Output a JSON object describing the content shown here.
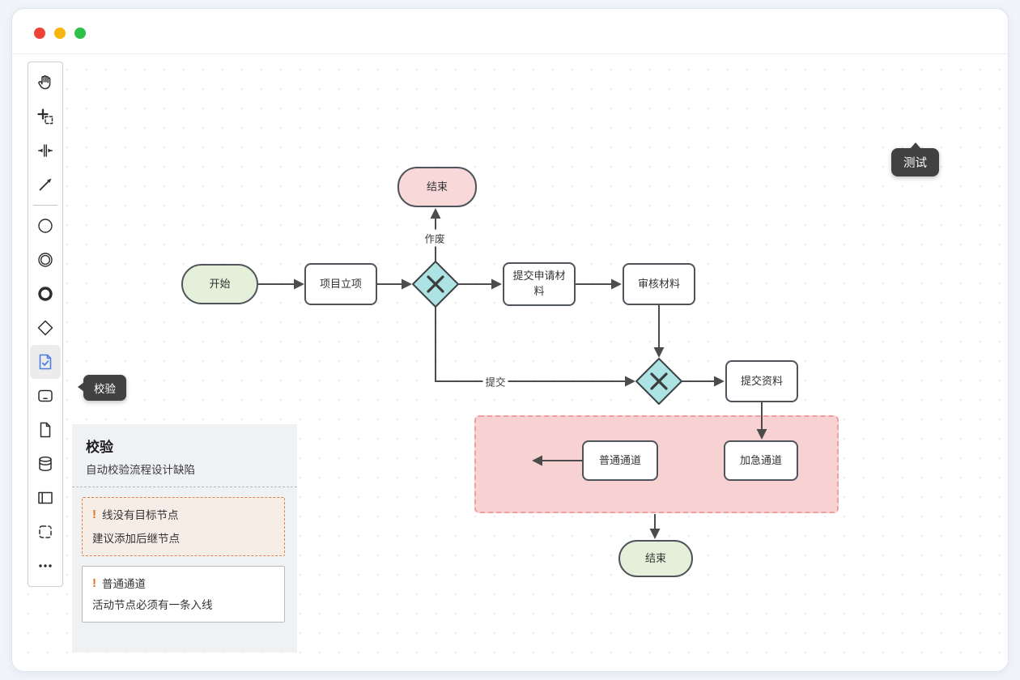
{
  "window": {
    "controls": [
      "close",
      "minimize",
      "zoom"
    ]
  },
  "toolbar": {
    "tools": [
      "pan-hand",
      "marquee-select",
      "space-evenly",
      "connector-arrow",
      "circle",
      "double-circle",
      "thick-circle",
      "diamond",
      "validate-doc-check",
      "rounded-rect",
      "document",
      "database",
      "pool-lane",
      "dashed-frame",
      "more-ellipsis"
    ],
    "active_tool": "validate-doc-check"
  },
  "tooltips": {
    "validate": "校验",
    "test": "测试"
  },
  "header": {
    "actions": [
      "ai-robot",
      "run-test",
      "more-menu"
    ]
  },
  "validation_panel": {
    "title": "校验",
    "subtitle": "自动校验流程设计缺陷",
    "issues": [
      {
        "title": "线没有目标节点",
        "detail": "建议添加后继节点",
        "severity": "warning",
        "highlighted": true
      },
      {
        "title": "普通通道",
        "detail": "活动节点必须有一条入线",
        "severity": "warning",
        "highlighted": false
      }
    ]
  },
  "flowchart": {
    "nodes": [
      {
        "id": "start",
        "label": "开始",
        "type": "start"
      },
      {
        "id": "project-init",
        "label": "项目立项",
        "type": "task"
      },
      {
        "id": "gateway-1",
        "label": "",
        "type": "exclusive-gateway"
      },
      {
        "id": "end-void",
        "label": "结束",
        "type": "end"
      },
      {
        "id": "submit-application",
        "label": "提交申请材料",
        "type": "task"
      },
      {
        "id": "review-materials",
        "label": "审核材料",
        "type": "task"
      },
      {
        "id": "gateway-2",
        "label": "",
        "type": "exclusive-gateway"
      },
      {
        "id": "submit-documents",
        "label": "提交资料",
        "type": "task"
      },
      {
        "id": "normal-channel",
        "label": "普通通道",
        "type": "task"
      },
      {
        "id": "express-channel",
        "label": "加急通道",
        "type": "task"
      },
      {
        "id": "end-final",
        "label": "结束",
        "type": "end"
      }
    ],
    "edge_labels": {
      "void": "作废",
      "submit": "提交"
    }
  },
  "colors": {
    "accent_blue": "#2f6fed",
    "node_green": "#e4f0da",
    "node_pink": "#f8d8d8",
    "gateway_cyan": "#ade3e3",
    "container_pink": "#f8d2d2",
    "warning_orange": "#e2711d",
    "edge": "#4c4c4c"
  }
}
